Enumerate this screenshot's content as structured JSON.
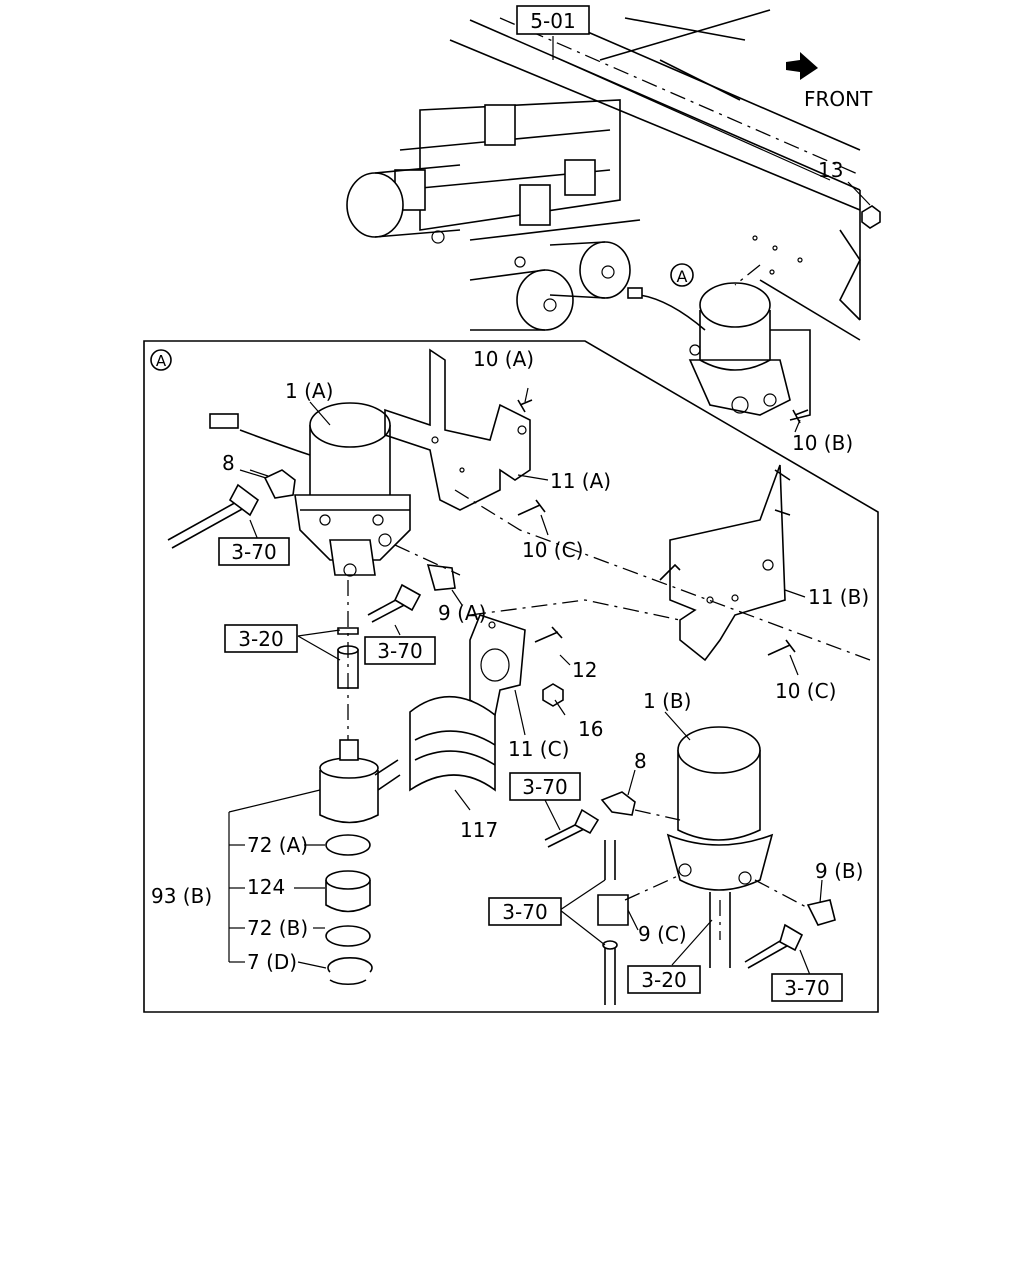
{
  "labels": {
    "ref_5_01": "5-01",
    "front": "FRONT",
    "p13": "13",
    "detail_a_top": "A",
    "detail_a_frame": "A",
    "p10a": "10 (A)",
    "p10b": "10 (B)",
    "p1a": "1 (A)",
    "p8_top": "8",
    "p11a": "11 (A)",
    "ref_3_70_a": "3-70",
    "p10c_a": "10 (C)",
    "p11b": "11 (B)",
    "p9a": "9 (A)",
    "ref_3_20_a": "3-20",
    "ref_3_70_b": "3-70",
    "p12": "12",
    "p10c_b": "10 (C)",
    "p16": "16",
    "p1b": "1 (B)",
    "p11c": "11 (C)",
    "p8_bottom": "8",
    "ref_3_70_c": "3-70",
    "p117": "117",
    "p72a": "72 (A)",
    "p93b": "93 (B)",
    "p124": "124",
    "p9b": "9 (B)",
    "ref_3_70_d": "3-70",
    "p9c": "9 (C)",
    "p72b": "72 (B)",
    "p7d": "7 (D)",
    "ref_3_20_b": "3-20",
    "ref_3_70_e": "3-70"
  }
}
